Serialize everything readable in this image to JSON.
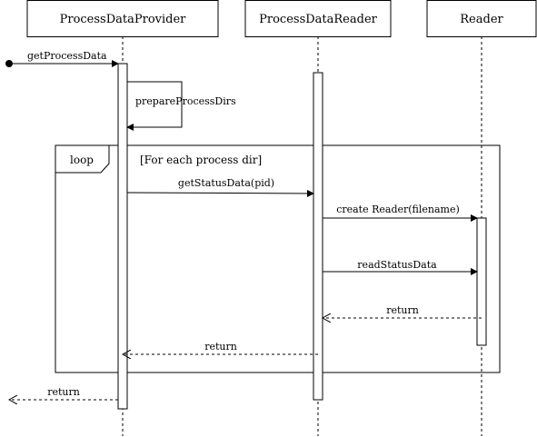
{
  "participants": [
    {
      "name": "ProcessDataProvider"
    },
    {
      "name": "ProcessDataReader"
    },
    {
      "name": "Reader"
    }
  ],
  "loop": {
    "keyword": "loop",
    "guard": "[For each process dir]"
  },
  "messages": [
    {
      "label": "getProcessData",
      "style": "solid"
    },
    {
      "label": "prepareProcessDirs",
      "style": "solid-self"
    },
    {
      "label": "getStatusData(pid)",
      "style": "solid"
    },
    {
      "label": "create Reader(filename)",
      "style": "solid"
    },
    {
      "label": "readStatusData",
      "style": "solid"
    },
    {
      "label": "return",
      "style": "dashed-return"
    },
    {
      "label": "return",
      "style": "dashed-return"
    },
    {
      "label": "return",
      "style": "dashed-return"
    }
  ]
}
